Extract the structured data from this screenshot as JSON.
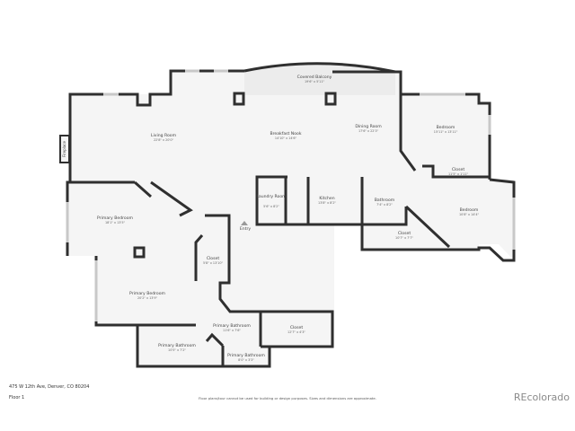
{
  "rooms": [
    {
      "name": "Covered Balcony",
      "dims": "19'6\" x 5'11\""
    },
    {
      "name": "Living Room",
      "dims": "22'8\" x 20'0\""
    },
    {
      "name": "Breakfast Nook",
      "dims": "14'10\" x 14'6\""
    },
    {
      "name": "Dining Room",
      "dims": "17'6\" x 22'3\""
    },
    {
      "name": "Bedroom",
      "dims": "15'11\" x 13'11\""
    },
    {
      "name": "Closet",
      "dims": "11'5\" x 1'11\""
    },
    {
      "name": "Laundry Room",
      "dims": "5'6\" x 8'2\""
    },
    {
      "name": "Kitchen",
      "dims": "13'8\" x 8'2\""
    },
    {
      "name": "Bathroom",
      "dims": "7'4\" x 8'2\""
    },
    {
      "name": "Bedroom",
      "dims": "10'8\" x 14'4\""
    },
    {
      "name": "Closet",
      "dims": "10'7\" x 7'7\""
    },
    {
      "name": "Primary Bedroom",
      "dims": "18'1\" x 13'5\""
    },
    {
      "name": "Closet",
      "dims": "5'8\" x 13'10\""
    },
    {
      "name": "Primary Bedroom",
      "dims": "20'2\" x 13'9\""
    },
    {
      "name": "Primary Bathroom",
      "dims": "11'6\" x 7'6\""
    },
    {
      "name": "Closet",
      "dims": "12'7\" x 4'3\""
    },
    {
      "name": "Primary Bathroom",
      "dims": "10'5\" x 7'2\""
    },
    {
      "name": "Primary Bathroom",
      "dims": "8'0\" x 3'3\""
    }
  ],
  "fireplace": "Fireplace",
  "entry": "Entry",
  "footer": {
    "address": "475 W 12th Ave, Denver, CO 80204",
    "floor": "Floor 1",
    "disclaimer": "Floor plans/tour cannot be used for building or design purposes. Sizes and dimensions are approximate.",
    "logo": "REcolorado"
  }
}
